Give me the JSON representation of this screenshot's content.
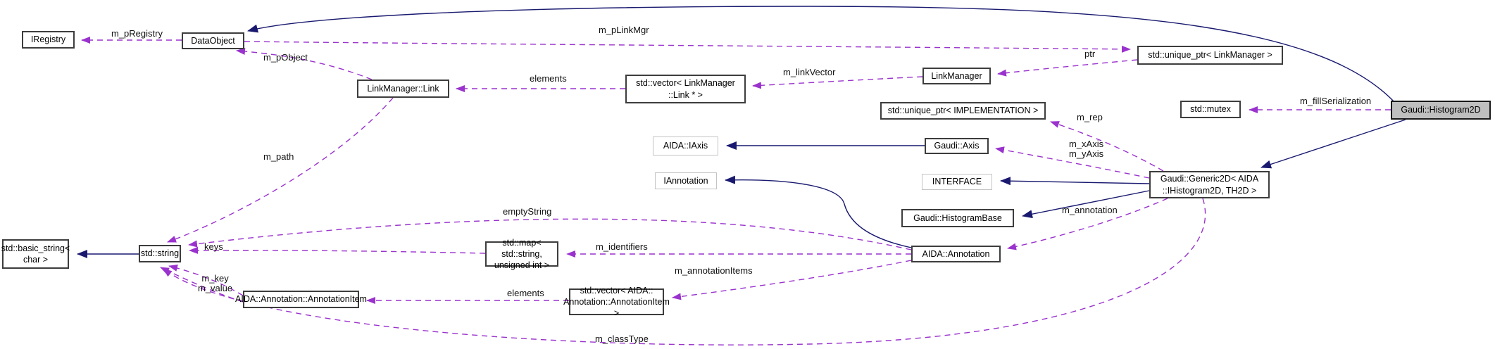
{
  "diagram": {
    "kind": "collaboration-graph",
    "selected_node": "Gaudi::Histogram2D",
    "colors": {
      "dashed_member_edge": "#9a32cd",
      "solid_inheritance_edge": "#191970",
      "selected_node_fill": "#bfbfbf",
      "node_border": "#3d3d3d",
      "external_node_border": "#c4c4c4",
      "background": "#ffffff"
    }
  },
  "nodes": [
    {
      "label": "IRegistry"
    },
    {
      "label": "DataObject"
    },
    {
      "label": "LinkManager::Link"
    },
    {
      "label": "std::vector< LinkManager\n::Link * >"
    },
    {
      "label": "LinkManager"
    },
    {
      "label": "std::unique_ptr< LinkManager >"
    },
    {
      "label": "std::mutex"
    },
    {
      "label": "Gaudi::Histogram2D"
    },
    {
      "label": "std::unique_ptr< IMPLEMENTATION >"
    },
    {
      "label": "AIDA::IAxis"
    },
    {
      "label": "Gaudi::Axis"
    },
    {
      "label": "IAnnotation"
    },
    {
      "label": "INTERFACE"
    },
    {
      "label": "Gaudi::HistogramBase"
    },
    {
      "label": "Gaudi::Generic2D< AIDA\n::IHistogram2D, TH2D >"
    },
    {
      "label": "AIDA::Annotation"
    },
    {
      "label": "std::map< std::string,\nunsigned int >"
    },
    {
      "label": "std::basic_string<\nchar >"
    },
    {
      "label": "std::string"
    },
    {
      "label": "AIDA::Annotation::AnnotationItem"
    },
    {
      "label": "std::vector< AIDA::\nAnnotation::AnnotationItem >"
    }
  ],
  "edge_labels": [
    {
      "text": "m_pRegistry"
    },
    {
      "text": "m_pLinkMgr"
    },
    {
      "text": "ptr"
    },
    {
      "text": "m_linkVector"
    },
    {
      "text": "elements"
    },
    {
      "text": "m_pObject"
    },
    {
      "text": "m_fillSerialization"
    },
    {
      "text": "m_rep"
    },
    {
      "text": "m_xAxis\nm_yAxis"
    },
    {
      "text": "m_annotation"
    },
    {
      "text": "m_path"
    },
    {
      "text": "emptyString"
    },
    {
      "text": "m_identifiers"
    },
    {
      "text": "keys"
    },
    {
      "text": "m_annotationItems"
    },
    {
      "text": "elements"
    },
    {
      "text": "m_key\nm_value"
    },
    {
      "text": "m_classType"
    }
  ]
}
